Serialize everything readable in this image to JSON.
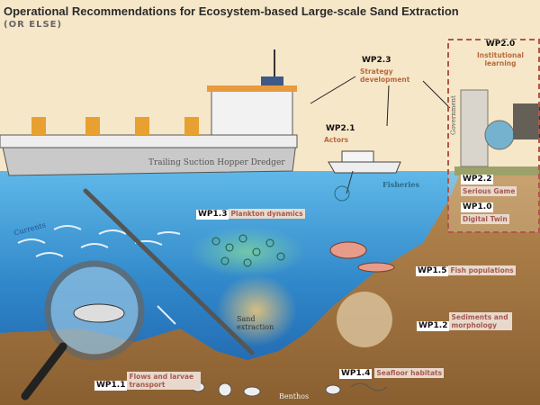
{
  "title": "Operational Recommendations for Ecosystem-based Large-scale Sand Extraction",
  "subtitle": "(OR ELSE)",
  "labels": {
    "dredger": "Trailing Suction Hopper Dredger",
    "fisheries": "Fisheries",
    "currents": "Currents",
    "sand_extraction": "Sand extraction",
    "benthos": "Benthos",
    "government": "Government"
  },
  "work_packages": [
    {
      "code": "WP2.0",
      "desc": "Institutional learning"
    },
    {
      "code": "WP2.3",
      "desc": "Strategy development"
    },
    {
      "code": "WP2.1",
      "desc": "Actors"
    },
    {
      "code": "WP2.2",
      "desc": "Serious Game"
    },
    {
      "code": "WP1.0",
      "desc": "Digital Twin"
    },
    {
      "code": "WP1.3",
      "desc": "Plankton dynamics"
    },
    {
      "code": "WP1.5",
      "desc": "Fish populations"
    },
    {
      "code": "WP1.2",
      "desc": "Sediments and morphology"
    },
    {
      "code": "WP1.4",
      "desc": "Seafloor habitats"
    },
    {
      "code": "WP1.1",
      "desc": "Flows and larvae transport"
    }
  ],
  "colors": {
    "sky": "#f6e7c9",
    "water": "#3a8fd0",
    "seabed": "#a87a45",
    "accent": "#b0564a"
  }
}
